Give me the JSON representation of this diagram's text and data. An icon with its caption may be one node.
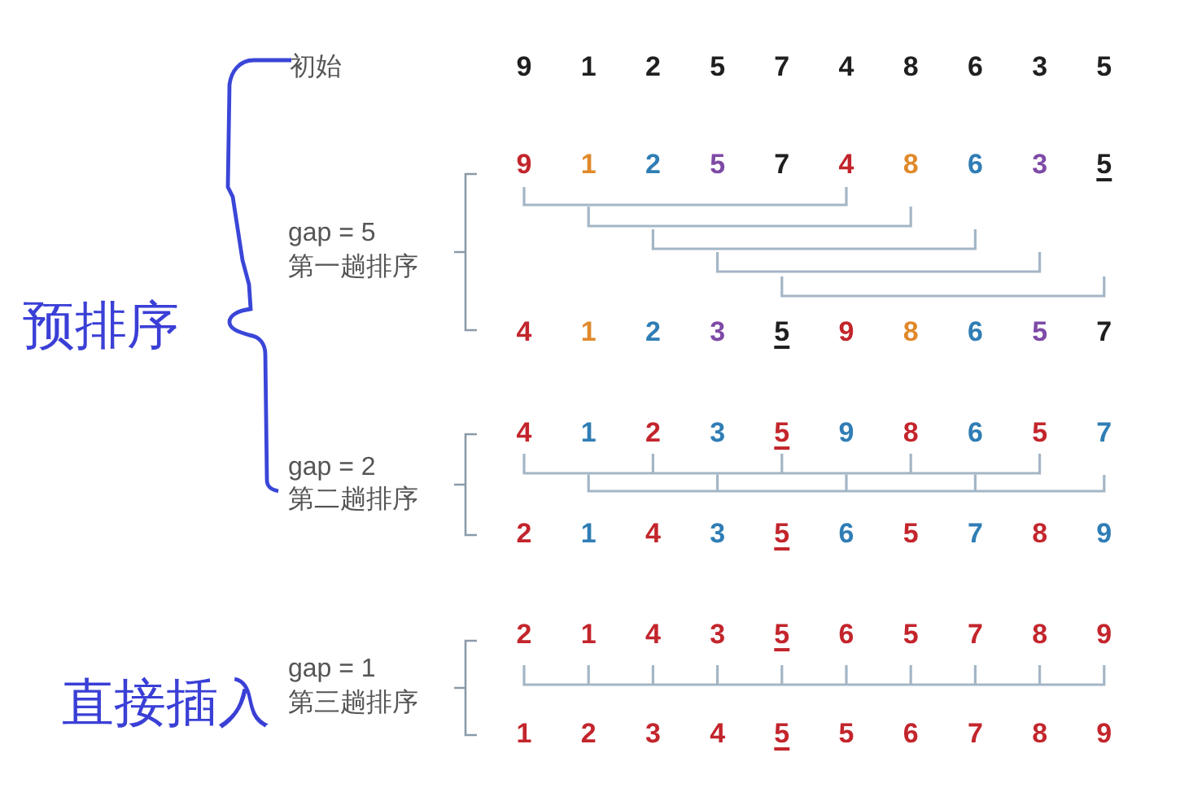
{
  "diagram": {
    "labels": [
      "初始",
      "9",
      "1",
      "2",
      "5",
      "7",
      "4",
      "8",
      "6",
      "3",
      "5",
      "9",
      "1",
      "2",
      "5",
      "7",
      "4",
      "8",
      "6",
      "3",
      "5",
      "gap = 5",
      "第一趟排序",
      "预排序",
      "4",
      "1",
      "2",
      "3",
      "5",
      "9",
      "8",
      "6",
      "5",
      "7",
      "4",
      "1",
      "2",
      "3",
      "5",
      "9",
      "8",
      "6",
      "5",
      "7",
      "gap = 2",
      "第二趟排序",
      "2",
      "1",
      "4",
      "3",
      "5",
      "6",
      "5",
      "7",
      "8",
      "9",
      "2",
      "1",
      "4",
      "3",
      "5",
      "6",
      "5",
      "7",
      "8",
      "9",
      "gap = 1",
      "直接插入",
      "第三趟排序",
      "1",
      "2",
      "3",
      "4",
      "5",
      "5",
      "6",
      "7",
      "8",
      "9"
    ]
  }
}
